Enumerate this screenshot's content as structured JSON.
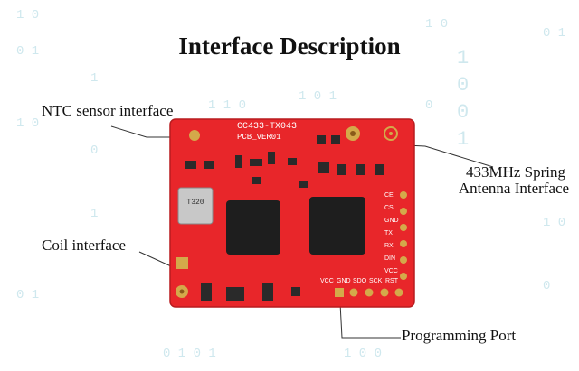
{
  "title": "Interface Description",
  "labels": {
    "ntc": "NTC sensor interface",
    "coil": "Coil interface",
    "antenna_line1": "433MHz Spring",
    "antenna_line2": "Antenna Interface",
    "programming": "Programming Port"
  },
  "board": {
    "silkscreen_model": "CC433-TX043",
    "silkscreen_version": "PCB_VER01",
    "crystal_text": "T320",
    "pins_right": [
      "CE",
      "CS",
      "GND",
      "TX",
      "RX",
      "DIN",
      "VCC"
    ],
    "pins_bottom": [
      "VCC",
      "GND",
      "SDO",
      "SCK",
      "RST"
    ]
  },
  "colors": {
    "pcb": "#e8262a",
    "pad": "#d4a94a",
    "chip": "#1e1e1e",
    "binary_bg": "#d8eef2"
  }
}
